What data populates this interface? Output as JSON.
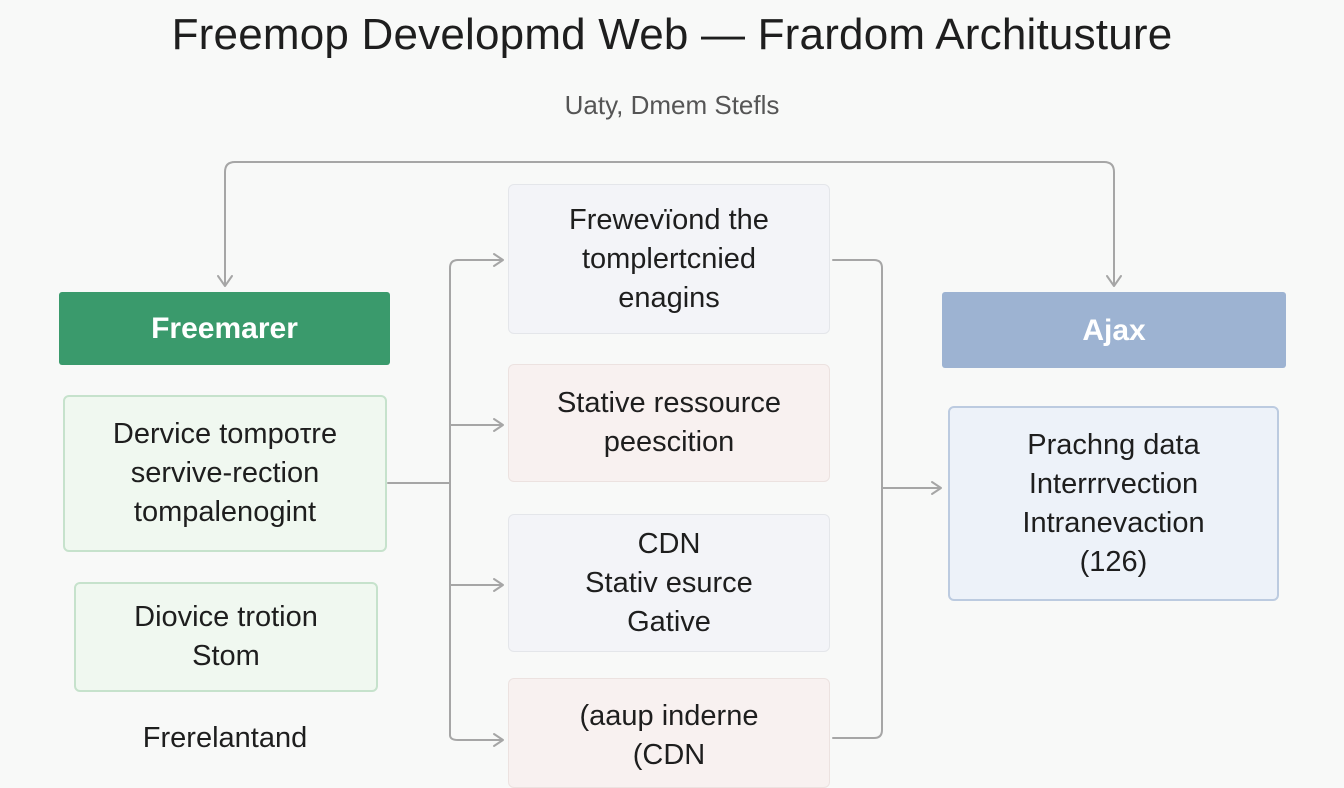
{
  "diagram": {
    "title": "Freemop Developmd Web — Frardom Architusture",
    "subtitle": "Uaty, Dmem Stefls",
    "left_header": "Freemarer",
    "right_header": "Ajax",
    "left_boxes": [
      "Dervice tompoτre\nservive-rection\ntompalenogint",
      "Diovice trotion\nStom"
    ],
    "left_footer": "Frerelantand",
    "middle_boxes": [
      "Frewevïond the\ntomplertcnied\nenagins",
      "Stative ressource\npeescition",
      "CDN\nStativ esurce\nGative",
      "(aaup inderne\n(CDN"
    ],
    "right_box": "Prachng data\nInterrrvection\nIntranevaction\n(126)"
  },
  "colors": {
    "green_header": "#3a9a6c",
    "blue_header": "#9db3d2",
    "connector": "#a6a6a6"
  }
}
